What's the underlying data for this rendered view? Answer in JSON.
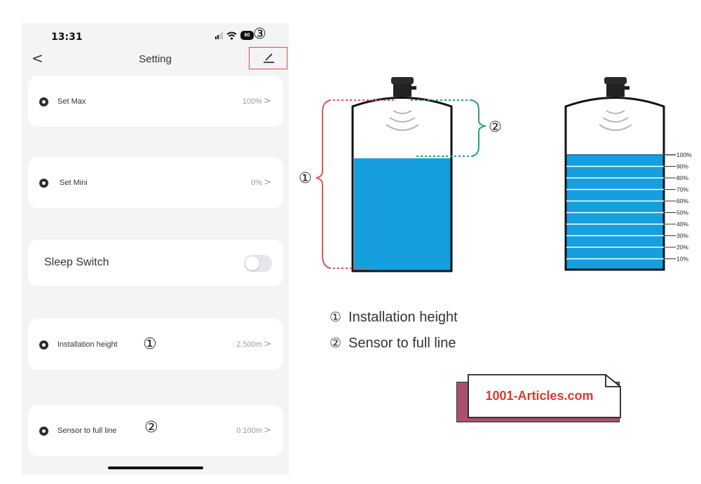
{
  "status_bar": {
    "time": "13:31",
    "battery": "60"
  },
  "overlay_marker": "③",
  "nav": {
    "back": "<",
    "title": "Setting"
  },
  "settings": {
    "set_max": {
      "label": "Set Max",
      "value": "100%",
      "chevron": ">"
    },
    "set_mini": {
      "label": "Set Mini",
      "value": "0%",
      "chevron": ">"
    },
    "sleep_switch": {
      "label": "Sleep Switch",
      "on": false
    },
    "installation_height": {
      "label": "Installation height",
      "value": "2.500m",
      "chevron": ">",
      "marker": "①"
    },
    "sensor_to_full_line": {
      "label": "Sensor to full line",
      "value": "0.100m",
      "chevron": ">",
      "marker": "②"
    }
  },
  "diagram": {
    "marker_1": "①",
    "marker_2": "②",
    "scale_labels": [
      "100%",
      "90%",
      "80%",
      "70%",
      "60%",
      "50%",
      "40%",
      "30%",
      "20%",
      "10%"
    ]
  },
  "legend": [
    {
      "num": "①",
      "text": "Installation height"
    },
    {
      "num": "②",
      "text": "Sensor to full line"
    }
  ],
  "watermark": "1001-Articles.com",
  "colors": {
    "water": "#159fde",
    "installation_bracket": "#e25555",
    "sensor_bracket": "#2aa179",
    "watermark_text": "#e0392f",
    "watermark_back": "#a8506e"
  }
}
